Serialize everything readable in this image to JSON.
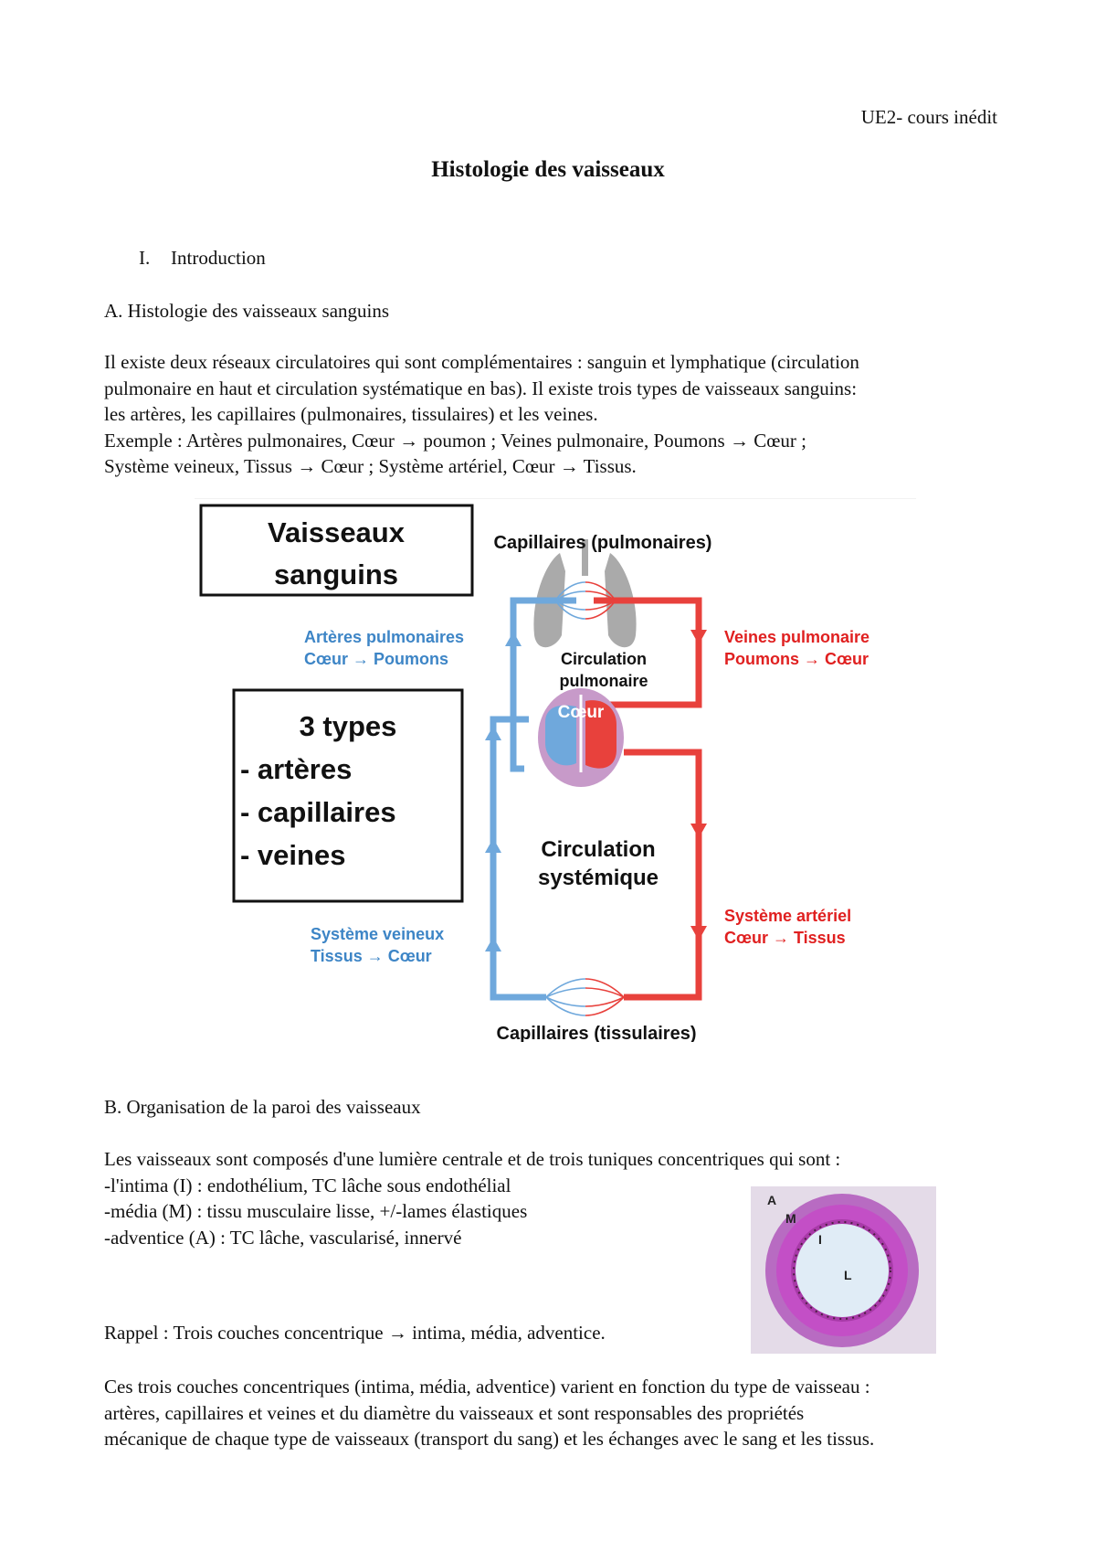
{
  "header": {
    "course": "UE2- cours inédit"
  },
  "title": "Histologie des vaisseaux",
  "section1": {
    "numeral": "I.",
    "label": "Introduction"
  },
  "sectionA": {
    "heading": "A. Histologie des vaisseaux sanguins",
    "lines": [
      "Il existe deux réseaux circulatoires qui sont complémentaires : sanguin  et lymphatique (circulation",
      "pulmonaire en haut et circulation systématique en bas). Il existe trois types de vaisseaux sanguins:",
      "les artères, les capillaires (pulmonaires, tissulaires) et les veines.",
      "Exemple :  Artères pulmonaires, Cœur → poumon ; Veines pulmonaire, Poumons → Cœur ;",
      "Système veineux, Tissus → Cœur ; Système artériel, Cœur → Tissus."
    ]
  },
  "diagram": {
    "box1": {
      "line1": "Vaisseaux",
      "line2": "sanguins"
    },
    "box2": {
      "title": "3 types",
      "items": [
        "- artères",
        "- capillaires",
        "- veines"
      ]
    },
    "capillaires_pulmonaires": "Capillaires (pulmonaires)",
    "capillaires_tissulaires": "Capillaires (tissulaires)",
    "arteres_pulmonaires": {
      "line1": "Artères pulmonaires",
      "line2": "Cœur → Poumons"
    },
    "veines_pulmonaire": {
      "line1": "Veines pulmonaire",
      "line2": "Poumons → Cœur"
    },
    "circulation_pulmonaire": {
      "line1": "Circulation",
      "line2": "pulmonaire"
    },
    "coeur": "Cœur",
    "circulation_systemique": {
      "line1": "Circulation",
      "line2": "systémique"
    },
    "systeme_arteriel": {
      "line1": "Système artériel",
      "line2": "Cœur →  Tissus"
    },
    "systeme_veineux": {
      "line1": "Système veineux",
      "line2": "Tissus → Cœur"
    },
    "colors": {
      "blue": "#6fa8dc",
      "red": "#e8413c",
      "blue_text": "#3d85c6",
      "red_text": "#e02020"
    }
  },
  "sectionB": {
    "heading": "B. Organisation de la paroi des vaisseaux",
    "intro": "Les vaisseaux sont composés d'une lumière centrale et de trois tuniques concentriques qui sont :",
    "items": [
      "-l'intima (I) : endothélium, TC lâche sous endothélial",
      "-média (M) : tissu musculaire lisse, +/-lames élastiques",
      "-adventice (A) : TC lâche, vascularisé, innervé"
    ],
    "rappel": "Rappel : Trois couches concentrique → intima, média, adventice.",
    "closing": [
      "Ces trois couches concentriques (intima, média, adventice) varient en fonction du type de vaisseau :",
      "artères, capillaires et veines et du diamètre du vaisseaux et sont responsables des propriétés",
      "mécanique de chaque type de vaisseaux (transport du sang) et les échanges avec le sang et les tissus."
    ],
    "histo_labels": {
      "a": "A",
      "m": "M",
      "i": "I",
      "l": "L"
    }
  }
}
